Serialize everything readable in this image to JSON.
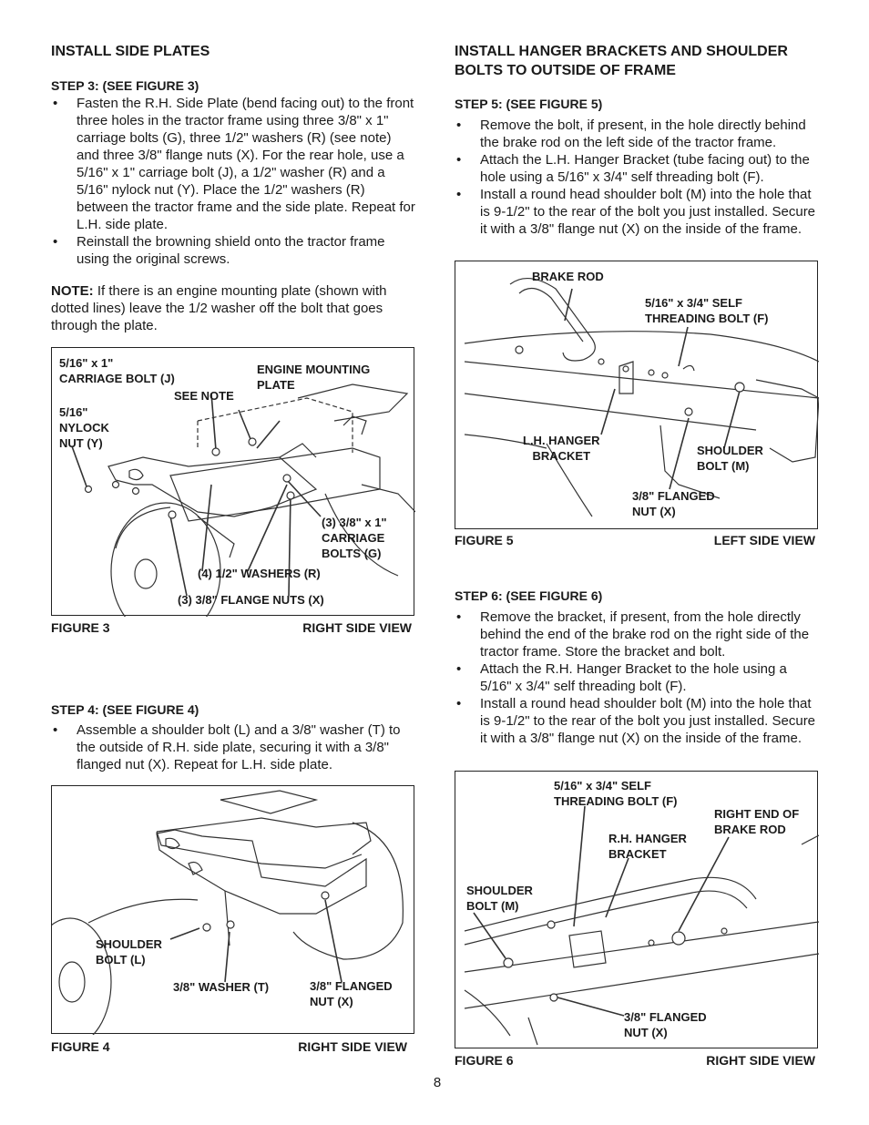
{
  "left": {
    "heading": "INSTALL SIDE PLATES",
    "step3": {
      "title": "STEP 3:  (SEE FIGURE 3)",
      "bullets": [
        "Fasten the R.H. Side Plate (bend facing out) to the front three holes in the tractor frame using three 3/8\" x 1\" carriage bolts (G), three 1/2\" washers (R) (see note) and three 3/8\" flange nuts (X). For the rear hole, use a 5/16\" x 1\" carriage bolt (J), a 1/2\" washer (R) and a 5/16\" nylock nut (Y). Place the 1/2\" washers (R) between the tractor frame and the side plate. Repeat for L.H. side plate.",
        "Reinstall the browning shield onto the tractor frame using the original screws."
      ]
    },
    "note": {
      "label": "NOTE:",
      "text": " If there is an engine mounting plate (shown with dotted lines) leave the 1/2 washer off the bolt that goes through the plate."
    },
    "figure3": {
      "labels": {
        "carriage_bolt": "5/16\" x 1\"\nCARRIAGE BOLT (J)",
        "engine_plate": "ENGINE MOUNTING\nPLATE",
        "see_note": "SEE NOTE",
        "nylock": "5/16\"\nNYLOCK\nNUT (Y)",
        "carriage_bolts_g": "(3) 3/8\" x 1\"\nCARRIAGE\nBOLTS (G)",
        "washers": "(4) 1/2\" WASHERS (R)",
        "flange_nuts": "(3) 3/8\" FLANGE NUTS (X)"
      },
      "caption_left": "FIGURE 3",
      "caption_right": "RIGHT SIDE VIEW"
    },
    "step4": {
      "title": "STEP 4:  (SEE FIGURE 4)",
      "bullets": [
        "Assemble a shoulder bolt (L) and a 3/8\" washer (T) to the outside of R.H. side plate, securing it with a 3/8\" flanged nut (X). Repeat for L.H. side plate."
      ]
    },
    "figure4": {
      "labels": {
        "shoulder": "SHOULDER\nBOLT (L)",
        "washer": "3/8\" WASHER (T)",
        "flanged": "3/8\" FLANGED\nNUT (X)"
      },
      "caption_left": "FIGURE 4",
      "caption_right": "RIGHT SIDE VIEW"
    }
  },
  "right": {
    "heading": "INSTALL HANGER BRACKETS AND SHOULDER BOLTS TO OUTSIDE OF FRAME",
    "step5": {
      "title": "STEP 5:  (SEE FIGURE 5)",
      "bullets": [
        "Remove the bolt, if present, in the hole directly behind the brake rod on the left side of the tractor frame.",
        "Attach the L.H. Hanger Bracket (tube facing out) to the hole using a 5/16\" x 3/4\" self threading bolt (F).",
        "Install a round head shoulder bolt (M) into the hole that is 9-1/2\" to the rear of the bolt you just installed. Secure it with a 3/8\" flange nut (X) on the inside of the frame."
      ]
    },
    "figure5": {
      "labels": {
        "brake_rod": "BRAKE ROD",
        "self_threading": "5/16\" x 3/4\" SELF\nTHREADING BOLT (F)",
        "lh_bracket": "L.H. HANGER\nBRACKET",
        "shoulder": "SHOULDER\nBOLT (M)",
        "flanged": "3/8\" FLANGED\nNUT (X)"
      },
      "caption_left": "FIGURE 5",
      "caption_right": "LEFT SIDE VIEW"
    },
    "step6": {
      "title": "STEP 6:  (SEE FIGURE 6)",
      "bullets": [
        "Remove the bracket, if present, from the hole directly behind the end of the brake rod on the right side of the tractor frame. Store the bracket and bolt.",
        "Attach the R.H. Hanger Bracket to the hole using a 5/16\" x  3/4\" self threading bolt (F).",
        "Install a round head shoulder bolt (M) into the hole that is 9-1/2\" to the rear of the bolt you just installed. Secure it with a 3/8\" flange nut (X) on the inside of the frame."
      ]
    },
    "figure6": {
      "labels": {
        "self_threading": "5/16\" x 3/4\" SELF\nTHREADING BOLT (F)",
        "right_end": "RIGHT END OF\nBRAKE ROD",
        "rh_bracket": "R.H. HANGER\nBRACKET",
        "shoulder": "SHOULDER\nBOLT (M)",
        "flanged": "3/8\" FLANGED\nNUT (X)"
      },
      "caption_left": "FIGURE 6",
      "caption_right": "RIGHT SIDE VIEW"
    }
  },
  "page_number": "8"
}
